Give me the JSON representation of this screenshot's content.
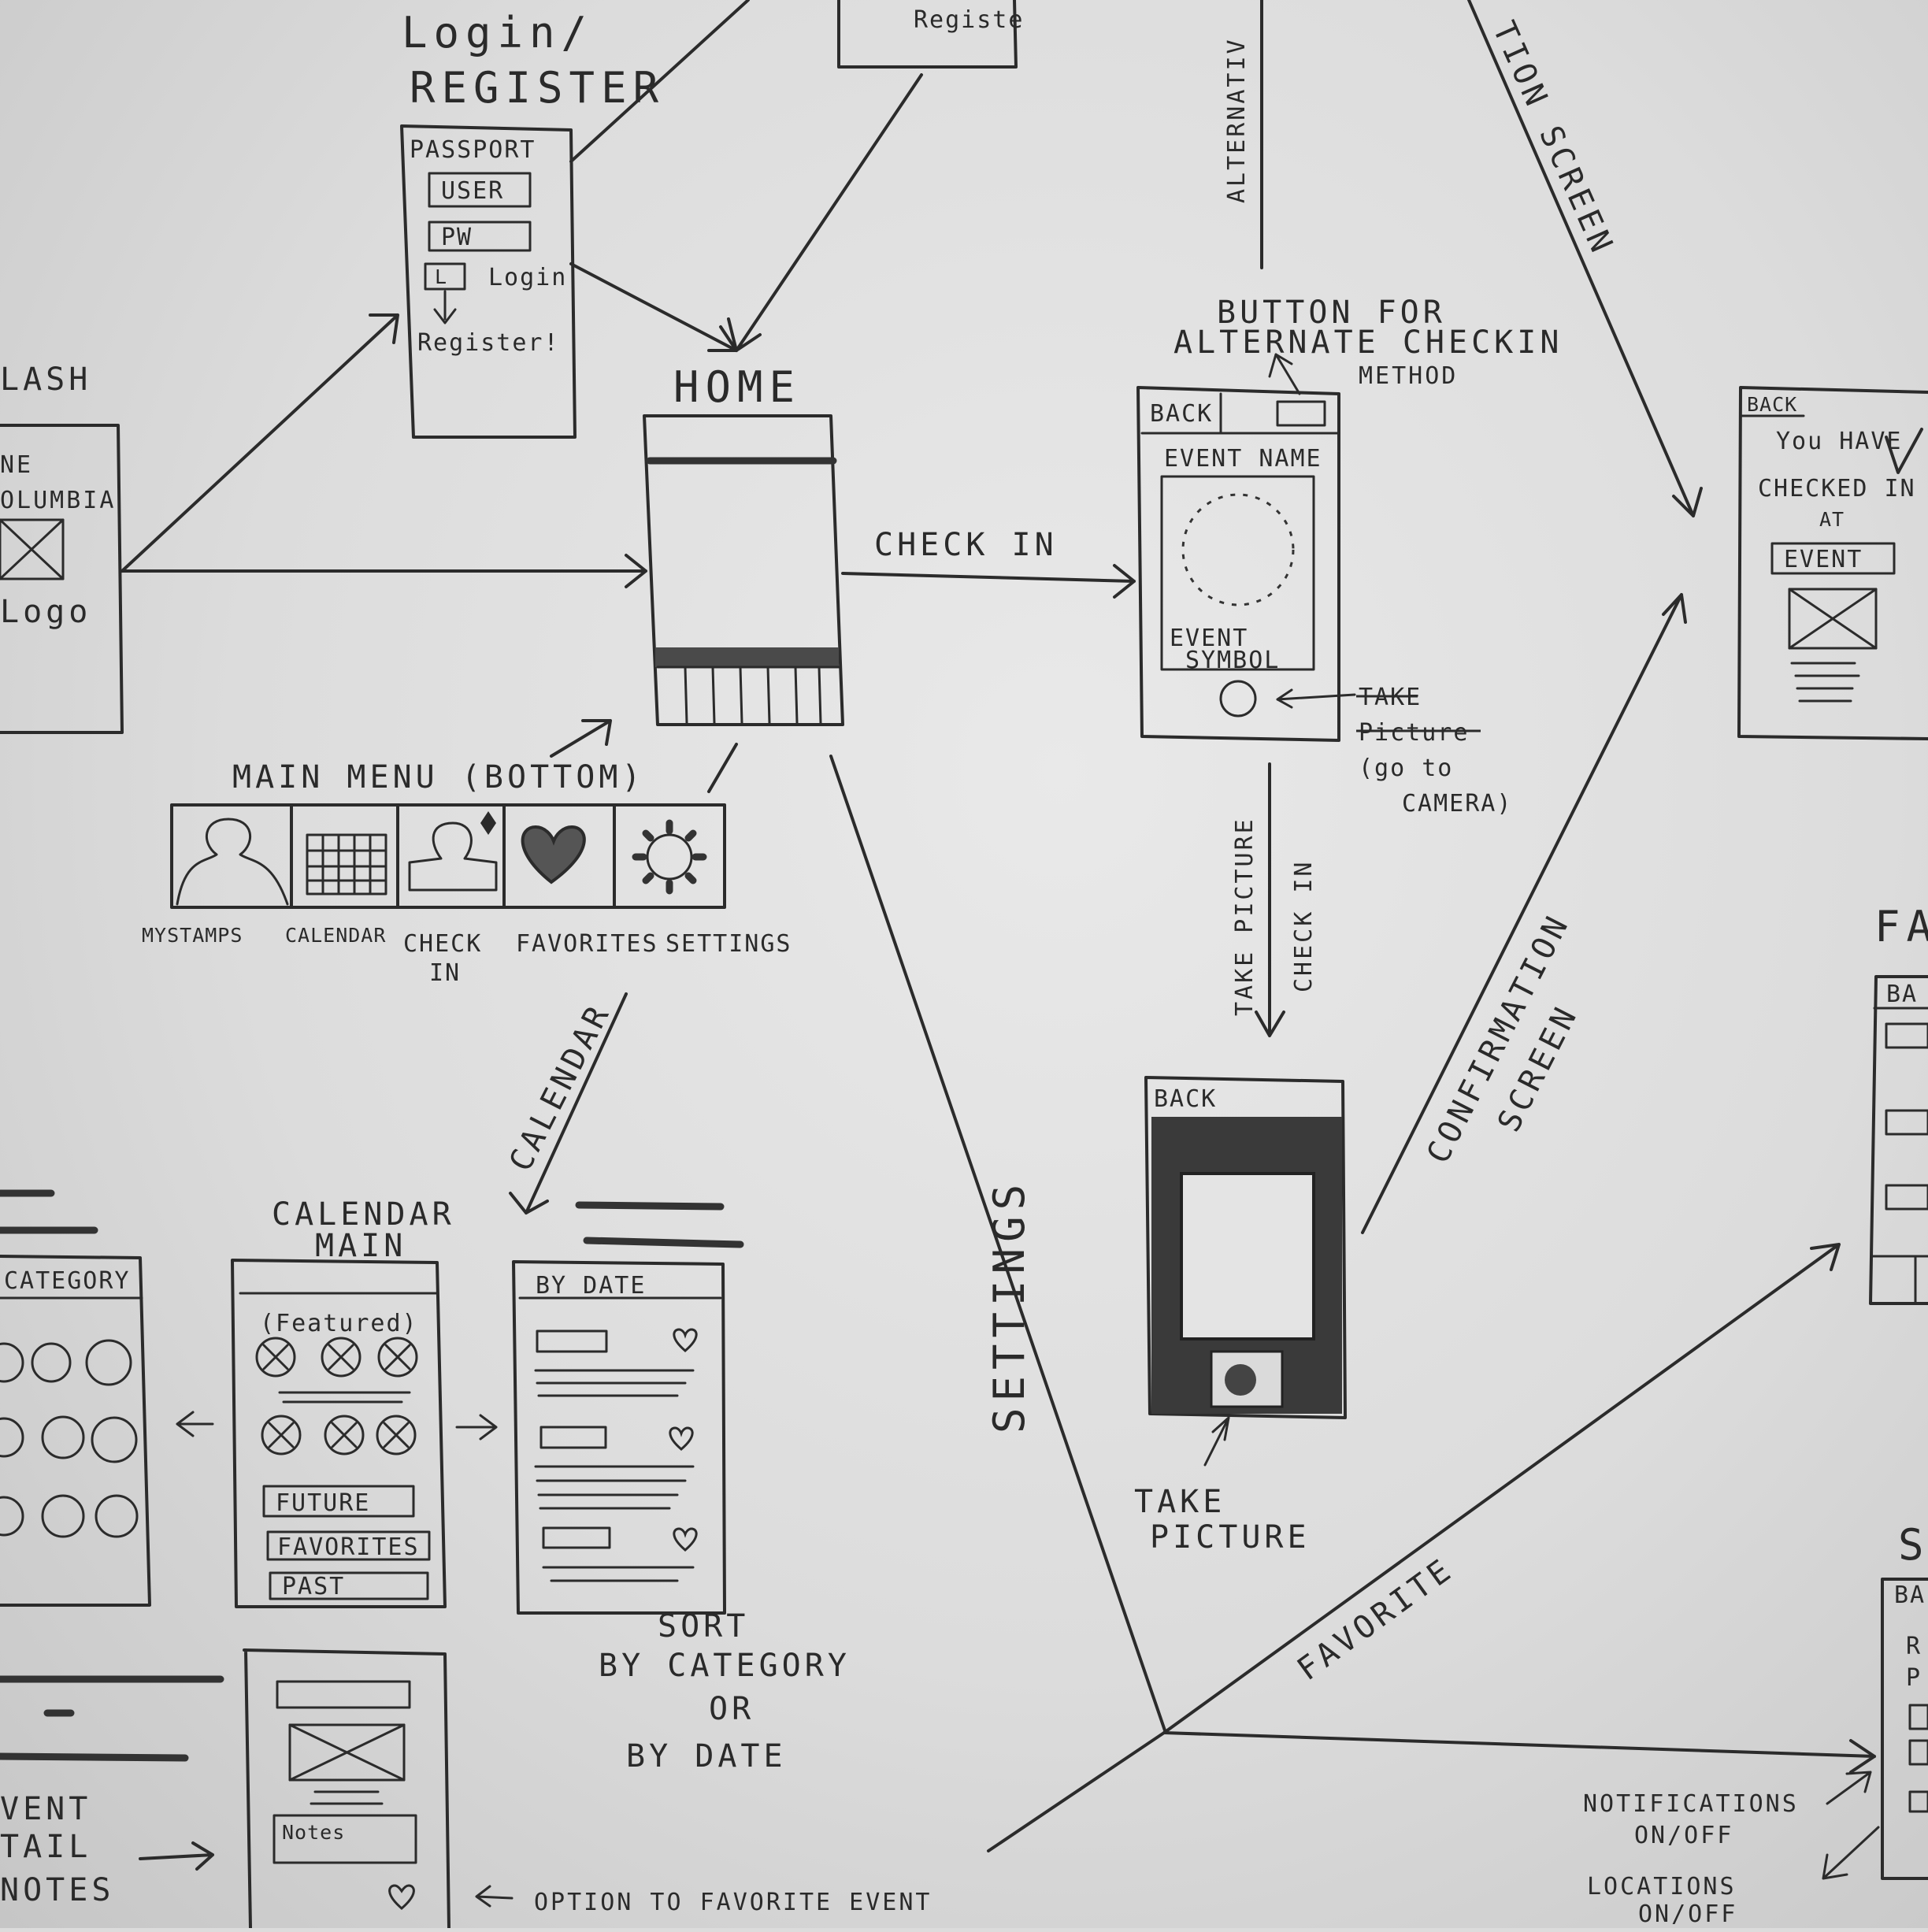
{
  "labels": {
    "splash_title": "LASH",
    "splash_text1": "NE",
    "splash_text2": "OLUMBIA",
    "splash_logo": "Logo",
    "login_title1": "Login/",
    "login_title2": "REGISTER",
    "login_passport": "PASSPORT",
    "login_user": "USER",
    "login_pw": "PW",
    "login_login": "Login",
    "login_register": "Register!",
    "register_box": "Registe",
    "home_title": "HOME",
    "checkin_arrow": "CHECK IN",
    "alternative_arrow": "ALTERNATIV",
    "button_note1": "BUTTON FOR",
    "button_note2": "ALTERNATE CHECKIN",
    "button_note3": "METHOD",
    "ev_back": "BACK",
    "ev_event_name": "EVENT NAME",
    "ev_symbol1": "EVENT",
    "ev_symbol2": "SYMBOL",
    "take_picture_struck1": "TAKE",
    "take_picture_struck2": "Picture",
    "goto_camera1": "(go to",
    "goto_camera2": "CAMERA)",
    "vert_take_picture": "TAKE PICTURE",
    "vert_check_in": "CHECK IN",
    "cam_back": "BACK",
    "take_picture_label1": "TAKE",
    "take_picture_label2": "PICTURE",
    "confirmation1": "CONFIRMATION",
    "confirmation2": "SCREEN",
    "top_confirmation": "TION SCREEN",
    "conf_back": "BACK",
    "conf_you_have": "You HAVE",
    "conf_checked_in": "CHECKED IN",
    "conf_at": "AT",
    "conf_event": "EVENT",
    "fa_title": "FA",
    "fa_back": "BA",
    "main_menu_title": "MAIN MENU (BOTTOM)",
    "menu_labels": [
      "MYSTAMPS",
      "CALENDAR",
      "CHECK",
      "IN",
      "FAVORITES",
      "SETTINGS"
    ],
    "settings_arrow": "SETTINGS",
    "favorite_arrow": "FAVORITE",
    "calendar_arrow": "CALENDAR",
    "cal_main1": "CALENDAR",
    "cal_main2": "MAIN",
    "cal_featured": "(Featured)",
    "cal_future": "FUTURE",
    "cal_favorites": "FAVORITES",
    "cal_past": "PAST",
    "by_date_title": "BY DATE",
    "category_title": "CATEGORY",
    "sort1": "SORT",
    "sort2": "BY CATEGORY",
    "sort3": "OR",
    "sort4": "BY DATE",
    "event_detail1": "VENT",
    "event_detail2": "TAIL",
    "event_detail3": "NOTES",
    "notes_label": "Notes",
    "option_favorite": "OPTION TO FAVORITE EVENT",
    "notifications1": "NOTIFICATIONS",
    "notifications2": "ON/OFF",
    "locations1": "LOCATIONS",
    "locations2": "ON/OFF",
    "s_title": "S",
    "s_back": "BA",
    "s_r": "R",
    "s_p": "P"
  }
}
